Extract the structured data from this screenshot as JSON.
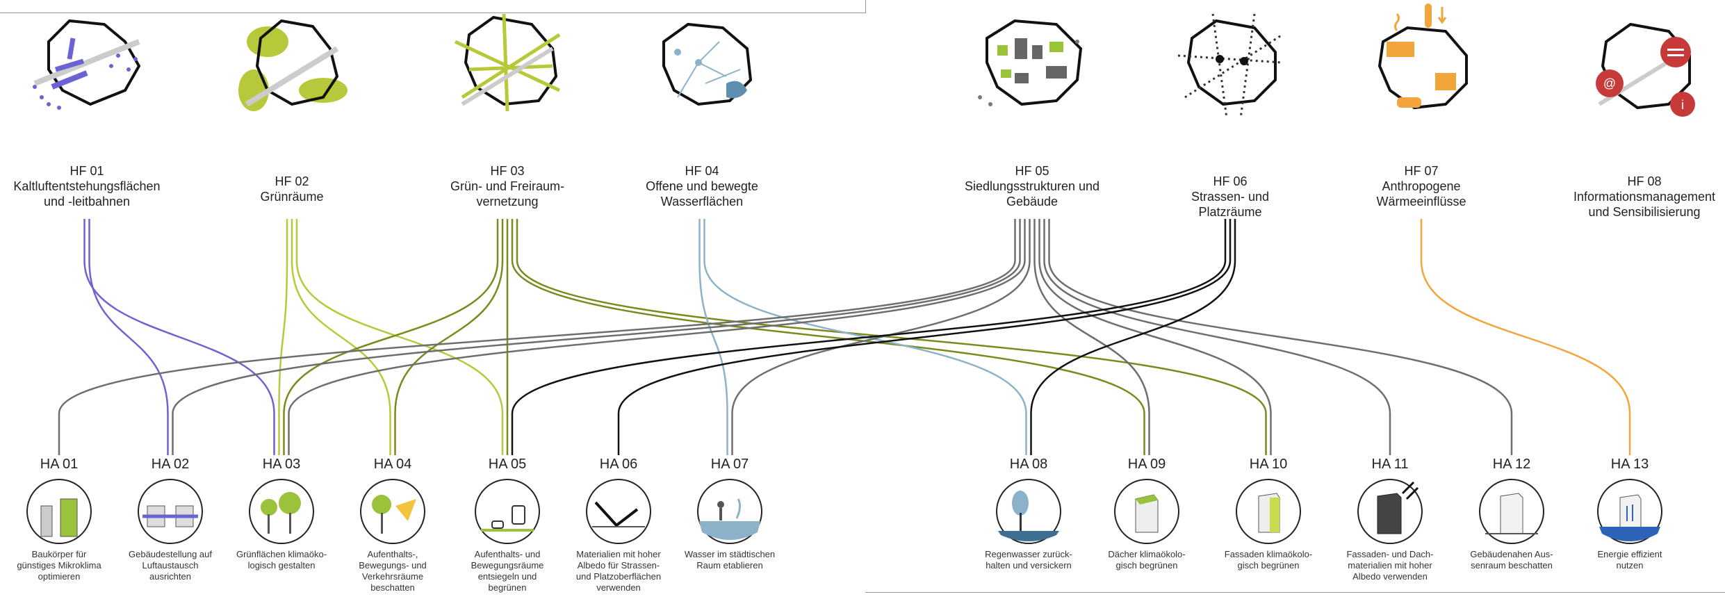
{
  "colors": {
    "hf01": "#6b63d3",
    "hf02": "#b7c93a",
    "hf03": "#7a8a1c",
    "hf04": "#8cb2c9",
    "hf05": "#6e6e6e",
    "hf06": "#111111",
    "hf07": "#f2a53a",
    "hf08": "#c63a3a"
  },
  "fields": [
    {
      "code": "HF 01",
      "title": "Kaltluftentstehungsflächen und -leitbahnen",
      "icon": "cold-air-map-icon",
      "color": "#6b63d3"
    },
    {
      "code": "HF 02",
      "title": "Grünräume",
      "icon": "green-space-map-icon",
      "color": "#b7c93a"
    },
    {
      "code": "HF 03",
      "title": "Grün- und Freiraum-vernetzung",
      "icon": "green-network-map-icon",
      "color": "#7a8a1c"
    },
    {
      "code": "HF 04",
      "title": "Offene und bewegte Wasserflächen",
      "icon": "water-map-icon",
      "color": "#8cb2c9"
    },
    {
      "code": "HF 05",
      "title": "Siedlungsstrukturen und Gebäude",
      "icon": "settlement-map-icon",
      "color": "#6e6e6e"
    },
    {
      "code": "HF 06",
      "title": "Strassen- und Platzräume",
      "icon": "streets-map-icon",
      "color": "#111111"
    },
    {
      "code": "HF 07",
      "title": "Anthropogene Wärmeeinflüsse",
      "icon": "heat-map-icon",
      "color": "#f2a53a"
    },
    {
      "code": "HF 08",
      "title": "Informationsmanagement und Sensibilisierung",
      "icon": "information-map-icon",
      "color": "#c63a3a"
    }
  ],
  "actions": [
    {
      "code": "HA 01",
      "text": "Baukörper für günstiges Mikroklima optimieren",
      "icon": "building-form-icon"
    },
    {
      "code": "HA 02",
      "text": "Gebäudestellung auf Luftaustausch ausrichten",
      "icon": "building-orientation-icon"
    },
    {
      "code": "HA 03",
      "text": "Grünflächen klimaöko-logisch gestalten",
      "icon": "green-areas-icon"
    },
    {
      "code": "HA 04",
      "text": "Aufenthalts-, Bewegungs- und Verkehrsräume beschatten",
      "icon": "shading-icon"
    },
    {
      "code": "HA 05",
      "text": "Aufenthalts- und Bewegungsräume entsiegeln und begrünen",
      "icon": "unsealing-icon"
    },
    {
      "code": "HA 06",
      "text": "Materialien mit hoher Albedo für Strassen- und Platzoberflächen verwenden",
      "icon": "albedo-surface-icon"
    },
    {
      "code": "HA 07",
      "text": "Wasser im städtischen Raum etablieren",
      "icon": "urban-water-icon"
    },
    {
      "code": "HA 08",
      "text": "Regenwasser zurück-halten und versickern",
      "icon": "rainwater-icon"
    },
    {
      "code": "HA 09",
      "text": "Dächer klimaökolo-gisch begrünen",
      "icon": "green-roof-icon"
    },
    {
      "code": "HA 10",
      "text": "Fassaden klimaökolo-gisch begrünen",
      "icon": "green-facade-icon"
    },
    {
      "code": "HA 11",
      "text": "Fassaden- und Dach-materialien mit hoher Albedo verwenden",
      "icon": "albedo-facade-icon"
    },
    {
      "code": "HA 12",
      "text": "Gebäudenahen Aus-senraum beschatten",
      "icon": "building-shade-icon"
    },
    {
      "code": "HA 13",
      "text": "Energie effizient nutzen",
      "icon": "energy-efficiency-icon"
    }
  ],
  "connections": [
    {
      "from": "HF 01",
      "to": "HA 03"
    },
    {
      "from": "HF 01",
      "to": "HA 02"
    },
    {
      "from": "HF 02",
      "to": "HA 03"
    },
    {
      "from": "HF 02",
      "to": "HA 04"
    },
    {
      "from": "HF 02",
      "to": "HA 05"
    },
    {
      "from": "HF 03",
      "to": "HA 03"
    },
    {
      "from": "HF 03",
      "to": "HA 04"
    },
    {
      "from": "HF 03",
      "to": "HA 05"
    },
    {
      "from": "HF 03",
      "to": "HA 09"
    },
    {
      "from": "HF 03",
      "to": "HA 10"
    },
    {
      "from": "HF 04",
      "to": "HA 07"
    },
    {
      "from": "HF 04",
      "to": "HA 08"
    },
    {
      "from": "HF 05",
      "to": "HA 01"
    },
    {
      "from": "HF 05",
      "to": "HA 02"
    },
    {
      "from": "HF 05",
      "to": "HA 03"
    },
    {
      "from": "HF 05",
      "to": "HA 07"
    },
    {
      "from": "HF 05",
      "to": "HA 09"
    },
    {
      "from": "HF 05",
      "to": "HA 10"
    },
    {
      "from": "HF 05",
      "to": "HA 11"
    },
    {
      "from": "HF 05",
      "to": "HA 12"
    },
    {
      "from": "HF 06",
      "to": "HA 05"
    },
    {
      "from": "HF 06",
      "to": "HA 06"
    },
    {
      "from": "HF 06",
      "to": "HA 08"
    },
    {
      "from": "HF 07",
      "to": "HA 13"
    }
  ]
}
